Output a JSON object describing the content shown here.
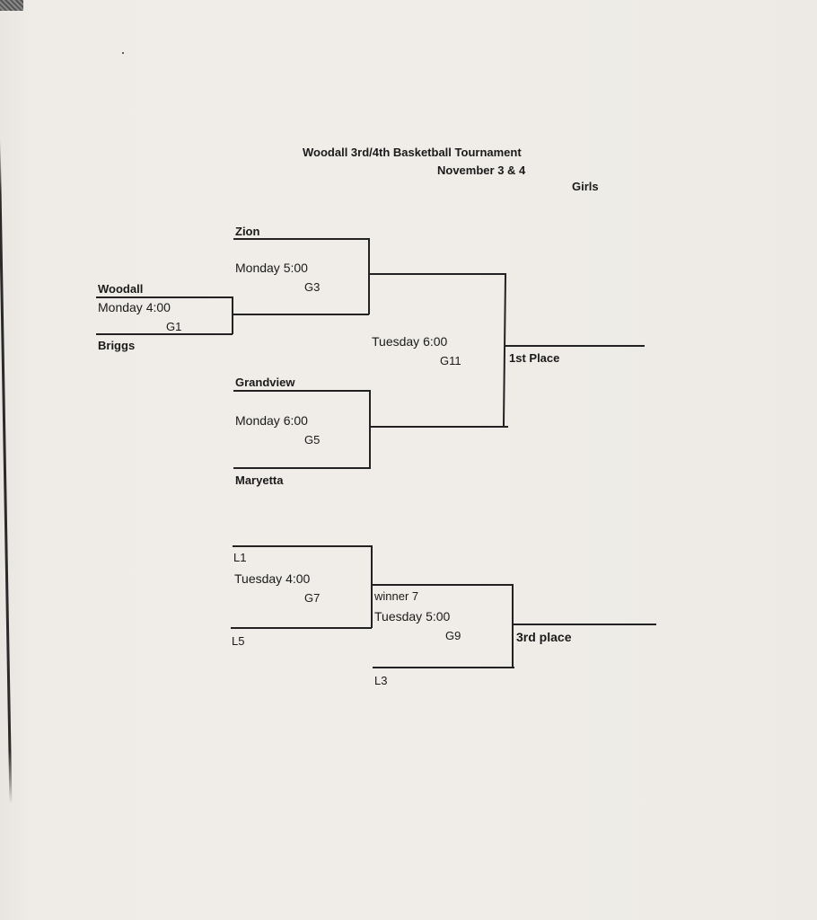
{
  "header": {
    "title": "Woodall 3rd/4th Basketball Tournament",
    "dates": "November 3 & 4",
    "division": "Girls"
  },
  "games": {
    "g1": {
      "top_team": "Woodall",
      "bottom_team": "Briggs",
      "time": "Monday 4:00",
      "id": "G1"
    },
    "g3": {
      "top_team": "Zion",
      "time": "Monday 5:00",
      "id": "G3"
    },
    "g5": {
      "top_team": "Grandview",
      "bottom_team": "Maryetta",
      "time": "Monday 6:00",
      "id": "G5"
    },
    "g11": {
      "time": "Tuesday 6:00",
      "id": "G11",
      "result": "1st Place"
    },
    "g7": {
      "top_team": "L1",
      "bottom_team": "L5",
      "time": "Tuesday 4:00",
      "id": "G7"
    },
    "g9": {
      "top_team": "winner 7",
      "bottom_team": "L3",
      "time": "Tuesday 5:00",
      "id": "G9",
      "result": "3rd place"
    }
  }
}
